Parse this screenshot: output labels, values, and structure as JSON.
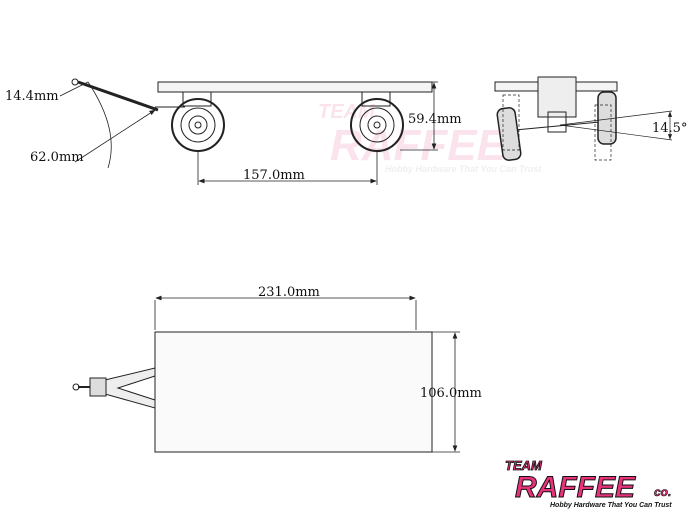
{
  "dimensions": {
    "tow_hitch": "14.4mm",
    "tow_bar_length": "62.0mm",
    "wheelbase": "157.0mm",
    "height": "59.4mm",
    "steering_angle": "14.5°",
    "length": "231.0mm",
    "width": "106.0mm"
  },
  "logo": {
    "team": "TEAM",
    "name": "RAFFEE",
    "suffix": "co.",
    "tagline": "Hobby Hardware That You Can Trust"
  },
  "colors": {
    "brand_pink": "#e8327c",
    "line": "#222222"
  }
}
